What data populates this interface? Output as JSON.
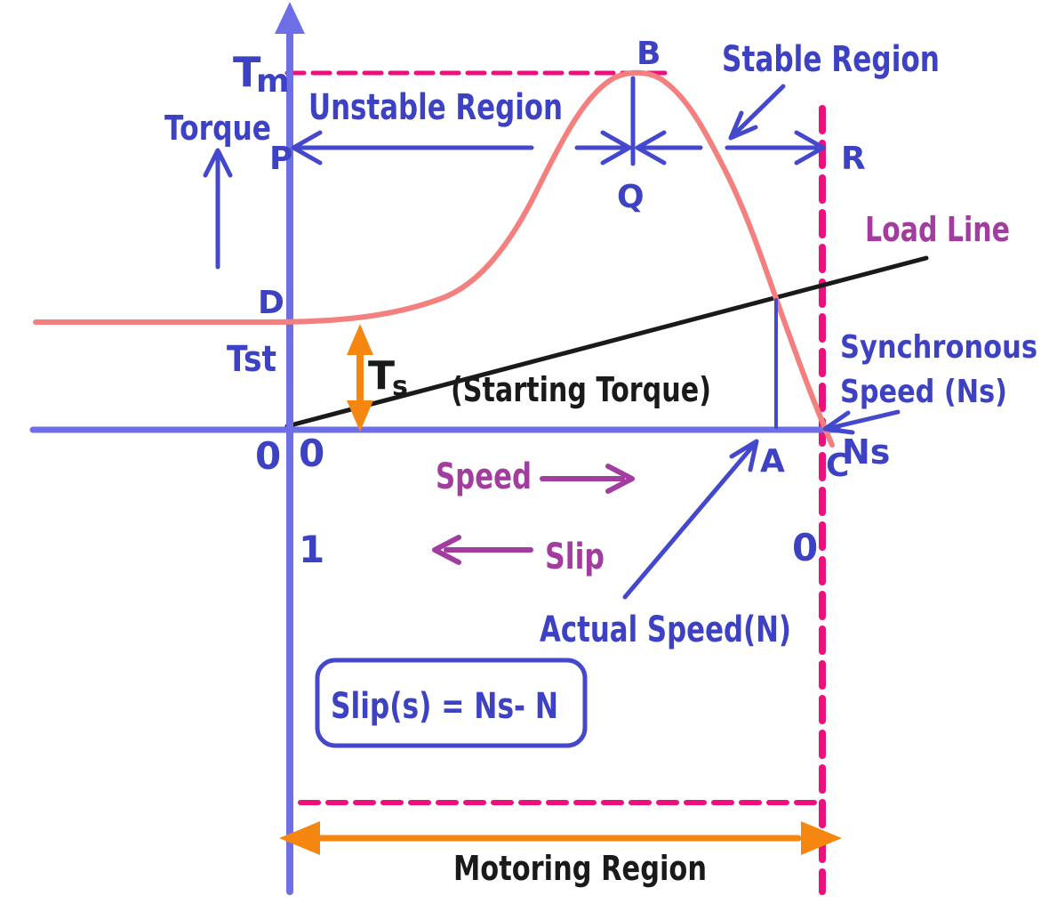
{
  "colors": {
    "axis_blue": "#6e6ee6",
    "annotation_blue": "#4448cd",
    "text_blue": "#3d41c4",
    "magenta_dashed": "#ed0f7d",
    "curve_salmon": "#f47f7f",
    "orange": "#f5860f",
    "purple": "#a23c9f",
    "black": "#1a1a1a",
    "background": "#ffffff"
  },
  "labels": {
    "peak_torque_base": "T",
    "peak_torque_sub": "m",
    "y_axis": "Torque",
    "unstable_region": "Unstable Region",
    "stable_region": "Stable Region",
    "point_b": "B",
    "point_p": "P",
    "point_q": "Q",
    "point_r": "R",
    "point_d": "D",
    "point_a": "A",
    "point_c": "C",
    "starting_torque_short": "Tst",
    "ts_base": "T",
    "ts_sub": "s",
    "starting_torque_caption": "(Starting Torque)",
    "load_line": "Load Line",
    "synchronous_line1": "Synchronous",
    "synchronous_line2": "Speed (Ns)",
    "ns": "Ns",
    "origin_zero_left": "0",
    "origin_zero_right": "0",
    "slip_one": "1",
    "slip_zero": "0",
    "x_axis": "Speed",
    "slip_axis": "Slip",
    "actual_speed": "Actual Speed(N)",
    "slip_formula": "Slip(s) = Ns- N",
    "motoring_region": "Motoring Region"
  }
}
